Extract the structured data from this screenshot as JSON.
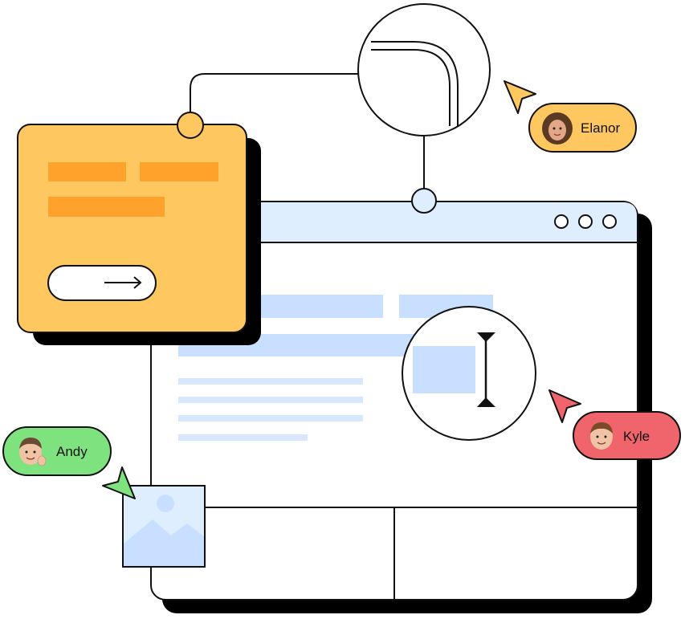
{
  "collaborators": [
    {
      "name": "Elanor",
      "color": "#FFC75F",
      "avatar_icon": "woman-curly-hair-avatar-icon"
    },
    {
      "name": "Kyle",
      "color": "#F0646C",
      "avatar_icon": "man-brown-hair-avatar-icon"
    },
    {
      "name": "Andy",
      "color": "#7EE27E",
      "avatar_icon": "man-waving-avatar-icon"
    }
  ],
  "colors": {
    "card_orange": "#FFC75F",
    "card_bar_orange": "#FFA22B",
    "window_bar_blue": "#DFEEFF",
    "content_blue": "#C9DFFF",
    "content_light_blue": "#D6E7FF",
    "outline": "#111111",
    "shadow": "#000000"
  },
  "icons": {
    "arrow": "arrow-right-icon",
    "text_cursor": "text-cursor-icon",
    "image": "image-placeholder-icon",
    "window_controls": "window-dots-icon",
    "rounded_corner": "corner-radius-icon"
  }
}
